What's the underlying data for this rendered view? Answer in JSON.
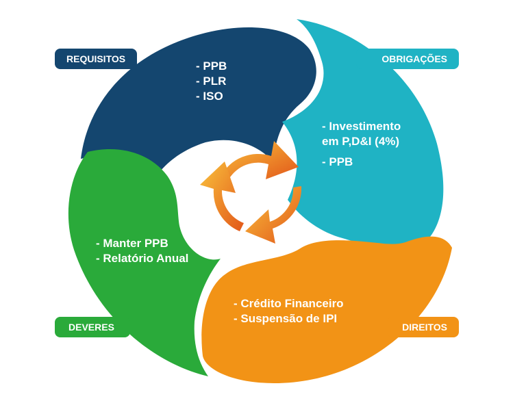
{
  "quadrants": [
    {
      "name": "requisitos",
      "label": "REQUISITOS",
      "color": "#14466f",
      "items": [
        "- PPB",
        "- PLR",
        "- ISO"
      ]
    },
    {
      "name": "obrigacoes",
      "label": "OBRIGAÇÕES",
      "color": "#1fb3c4",
      "items": [
        "- Investimento",
        "em P,D&I (4%)",
        "- PPB"
      ]
    },
    {
      "name": "deveres",
      "label": "DEVERES",
      "color": "#2aaa3a",
      "items": [
        "- Manter PPB",
        "- Relatório Anual"
      ]
    },
    {
      "name": "direitos",
      "label": "DIREITOS",
      "color": "#f29316",
      "items": [
        "- Crédito Financeiro",
        "- Suspensão de IPI"
      ]
    }
  ],
  "center_icon": "cycle-arrows-icon",
  "accent_colors": {
    "arrow_light": "#f9c23c",
    "arrow_dark": "#e2571a"
  }
}
